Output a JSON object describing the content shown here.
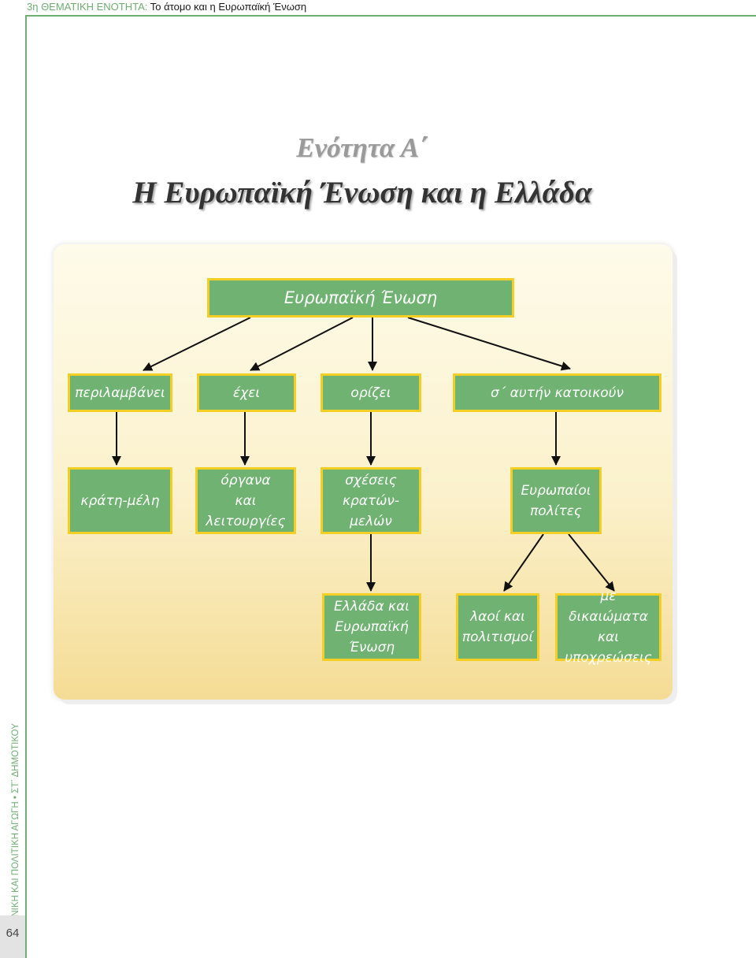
{
  "header": {
    "unit": "3η ΘΕΜΑΤΙΚΗ ΕΝΟΤΗΤΑ:",
    "topic": "Το άτομο και η Ευρωπαϊκή Ένωση"
  },
  "side_label": "ΚΟΙΝΩΝΙΚΗ ΚΑΙ ΠΟΛΙΤΙΚΗ ΑΓΩΓΗ • ΣΤ΄ ΔΗΜΟΤΙΚΟΥ",
  "page_number": "64",
  "section_title": "Ενότητα Α΄",
  "main_title": "Η Ευρωπαϊκή Ένωση και η Ελλάδα",
  "diagram": {
    "root": "Ευρωπαϊκή Ένωση",
    "level1": [
      "περιλαμβάνει",
      "έχει",
      "ορίζει",
      "σ΄ αυτήν κατοικούν"
    ],
    "level2": [
      "κράτη-μέλη",
      "όργανα\nκαι\nλειτουργίες",
      "σχέσεις\nκρατών-\nμελών",
      "Ευρωπαίοι\nπολίτες"
    ],
    "level3": [
      "Ελλάδα και\nΕυρωπαϊκή\nΈνωση",
      "λαοί και\nπολιτισμοί",
      "με δικαιώματα\nκαι\nυποχρεώσεις"
    ]
  },
  "colors": {
    "node_fill": "#70b272",
    "node_border": "#f3cf25",
    "accent_green": "#6fae72"
  }
}
